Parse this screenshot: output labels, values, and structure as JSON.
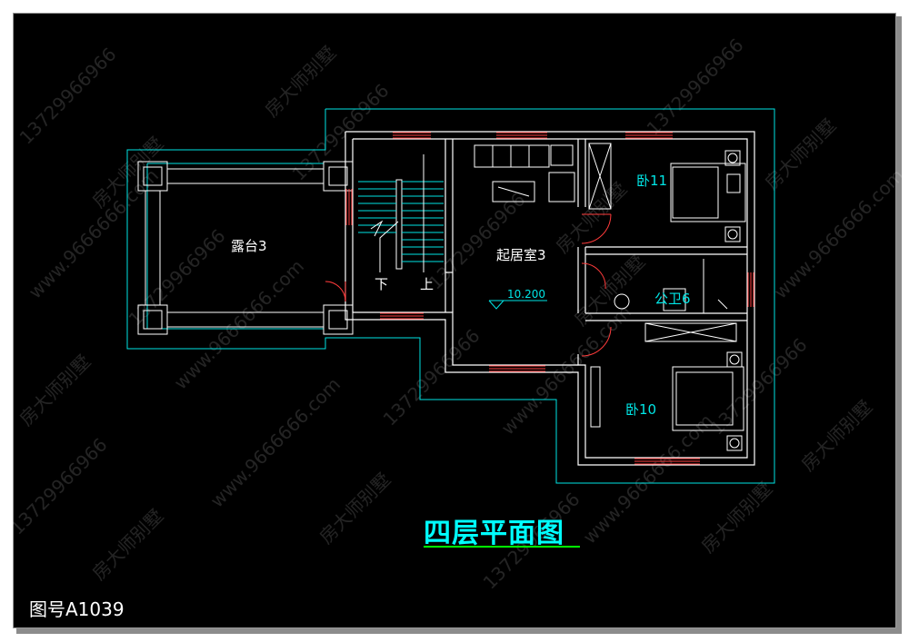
{
  "drawing": {
    "title": "四层平面图",
    "drawing_number": "图号A1039",
    "rooms": {
      "terrace": "露台3",
      "living": "起居室3",
      "bedroom11": "卧11",
      "bathroom": "公卫6",
      "bedroom10": "卧10"
    },
    "stair_down": "下",
    "stair_up": "上",
    "elevation": "10.200"
  },
  "watermarks": [
    "房大师别墅",
    "13729966966",
    "www.9666666.com"
  ],
  "colors": {
    "background": "#000000",
    "wall": "#ffffff",
    "outline": "#00e5e5",
    "window": "#ff3b3b",
    "title_underline": "#00ff00"
  }
}
